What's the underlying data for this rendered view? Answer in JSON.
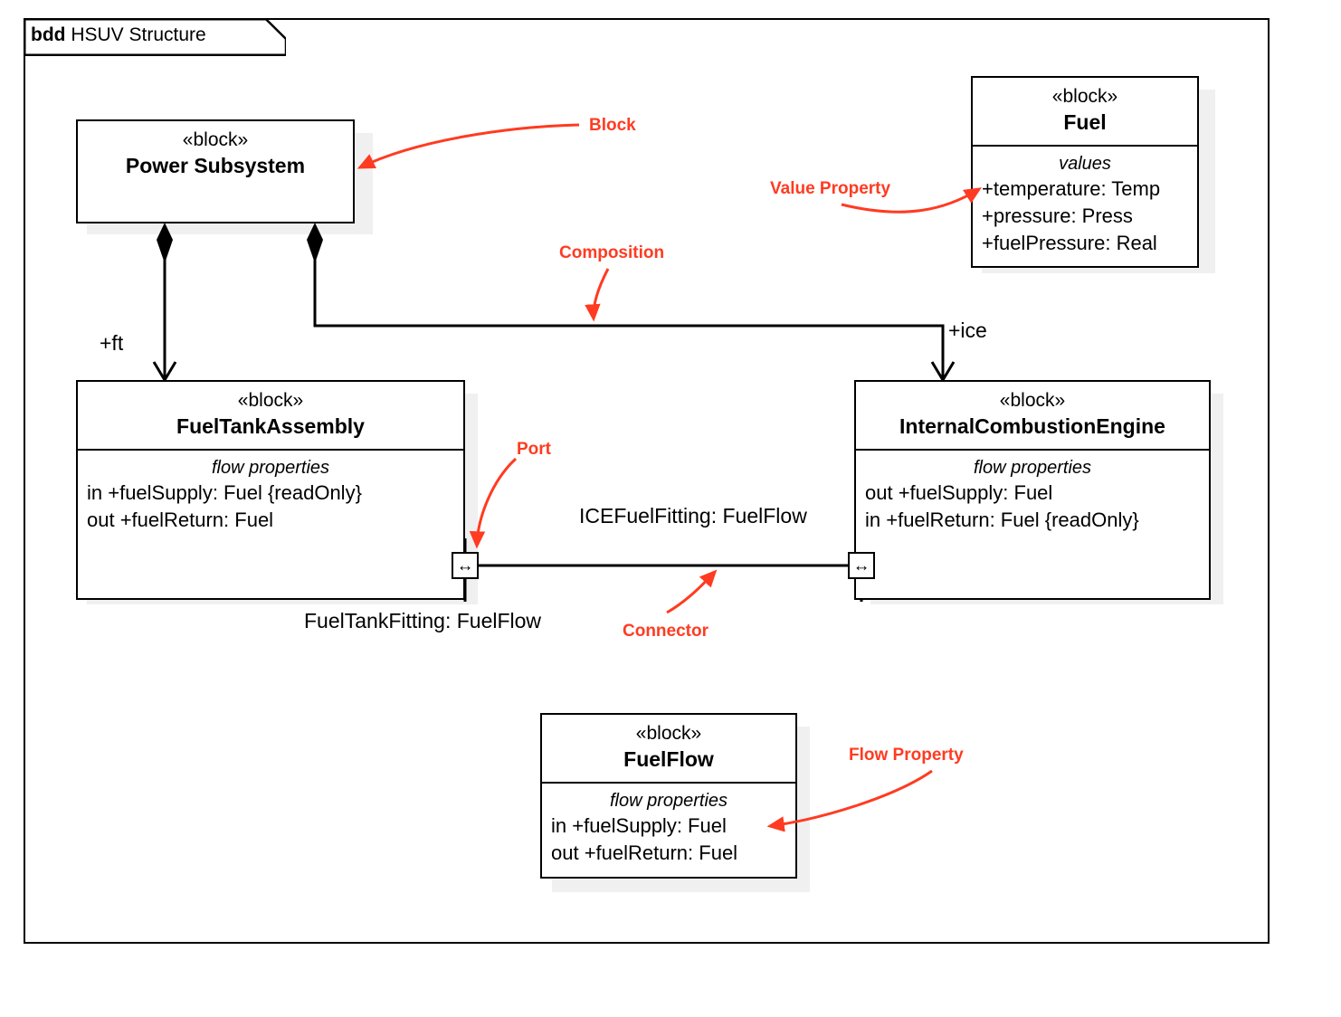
{
  "diagram": {
    "kind": "bdd",
    "title": "HSUV Structure",
    "accent_color": "#ff3b21",
    "line_color": "#000000",
    "shadow_color": "#f0f0f0"
  },
  "blocks": [
    {
      "id": "power-subsystem",
      "stereotype": "«block»",
      "name": "Power Subsystem",
      "compartments": []
    },
    {
      "id": "fuel",
      "stereotype": "«block»",
      "name": "Fuel",
      "compartments": [
        {
          "title": "values",
          "items": [
            "+temperature: Temp",
            "+pressure: Press",
            "+fuelPressure: Real"
          ]
        }
      ]
    },
    {
      "id": "fuel-tank-assembly",
      "stereotype": "«block»",
      "name": "FuelTankAssembly",
      "compartments": [
        {
          "title": "flow properties",
          "items": [
            "in +fuelSupply: Fuel {readOnly}",
            "out +fuelReturn: Fuel"
          ]
        }
      ]
    },
    {
      "id": "internal-combustion-engine",
      "stereotype": "«block»",
      "name": "InternalCombustionEngine",
      "compartments": [
        {
          "title": "flow properties",
          "items": [
            "out +fuelSupply: Fuel",
            "in +fuelReturn: Fuel {readOnly}"
          ]
        }
      ]
    },
    {
      "id": "fuel-flow",
      "stereotype": "«block»",
      "name": "FuelFlow",
      "compartments": [
        {
          "title": "flow properties",
          "items": [
            "in +fuelSupply: Fuel",
            "out +fuelReturn: Fuel"
          ]
        }
      ]
    }
  ],
  "associations": [
    {
      "id": "ft",
      "role_label": "+ft"
    },
    {
      "id": "ice",
      "role_label": "+ice"
    }
  ],
  "connector_labels": {
    "fuel_tank_fitting": "FuelTankFitting: FuelFlow",
    "ice_fuel_fitting": "ICEFuelFitting: FuelFlow"
  },
  "ports": [
    {
      "id": "fuel-tank-port",
      "glyph": "↔"
    },
    {
      "id": "ice-port",
      "glyph": "↔"
    }
  ],
  "annotations": [
    {
      "id": "block",
      "text": "Block"
    },
    {
      "id": "value-property",
      "text": "Value Property"
    },
    {
      "id": "composition",
      "text": "Composition"
    },
    {
      "id": "port",
      "text": "Port"
    },
    {
      "id": "connector",
      "text": "Connector"
    },
    {
      "id": "flow-property",
      "text": "Flow Property"
    }
  ]
}
